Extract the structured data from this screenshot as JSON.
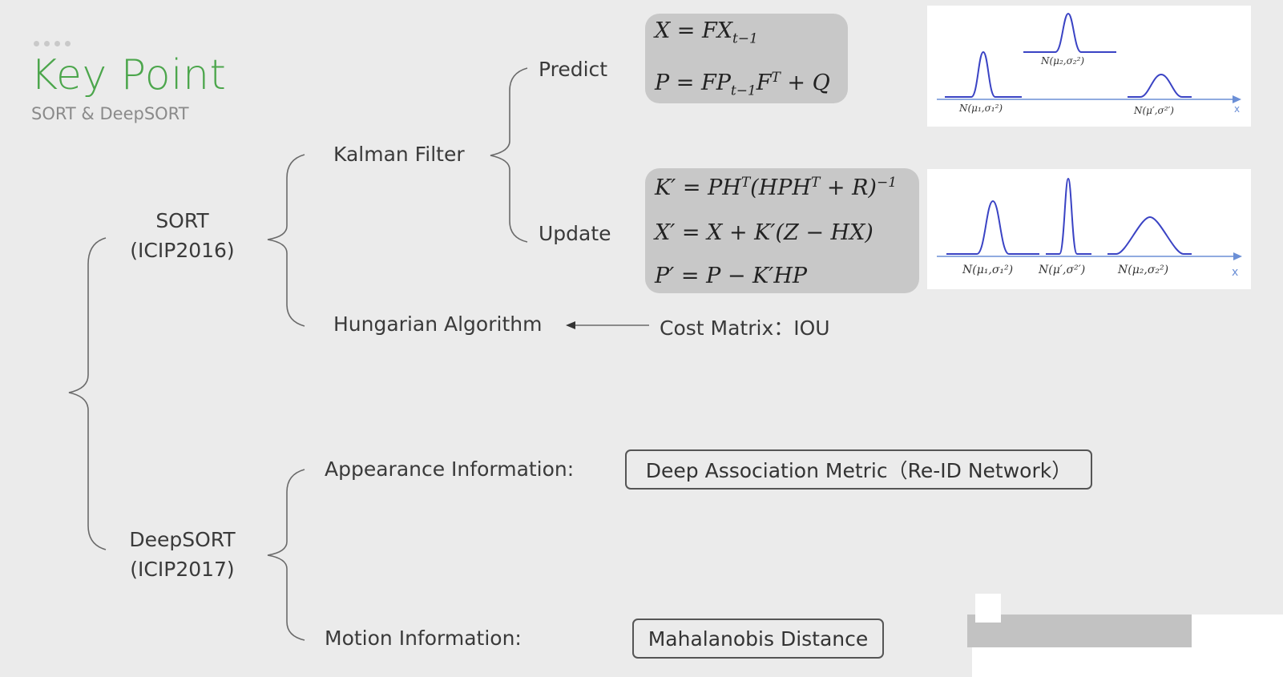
{
  "header": {
    "title": "Key Point",
    "subtitle": "SORT & DeepSORT"
  },
  "root": {
    "sort": {
      "line1": "SORT",
      "line2": "(ICIP2016)"
    },
    "deepsort": {
      "line1": "DeepSORT",
      "line2": "(ICIP2017)"
    }
  },
  "sort_branch": {
    "kalman": "Kalman Filter",
    "predict": "Predict",
    "update": "Update",
    "hungarian": "Hungarian Algorithm",
    "cost_matrix": "Cost Matrix：IOU"
  },
  "deepsort_branch": {
    "appearance_label": "Appearance Information:",
    "appearance_box": "Deep Association Metric（Re-ID Network）",
    "motion_label": "Motion Information:",
    "motion_box": "Mahalanobis Distance"
  },
  "plots": {
    "predict": {
      "left_label": "N(μ₁,σ₁²)",
      "top_label": "N(μ₂,σ₂²)",
      "right_label": "N(μ′,σ²′)",
      "axis_label": "x"
    },
    "update": {
      "label1": "N(μ₁,σ₁²)",
      "label2": "N(μ′,σ²′)",
      "label3": "N(μ₂,σ₂²)",
      "axis_label": "x"
    }
  },
  "colors": {
    "title": "#4ca64c",
    "curve": "#3a43c4",
    "axis": "#6b8fd6",
    "box": "#c8c8c8"
  }
}
